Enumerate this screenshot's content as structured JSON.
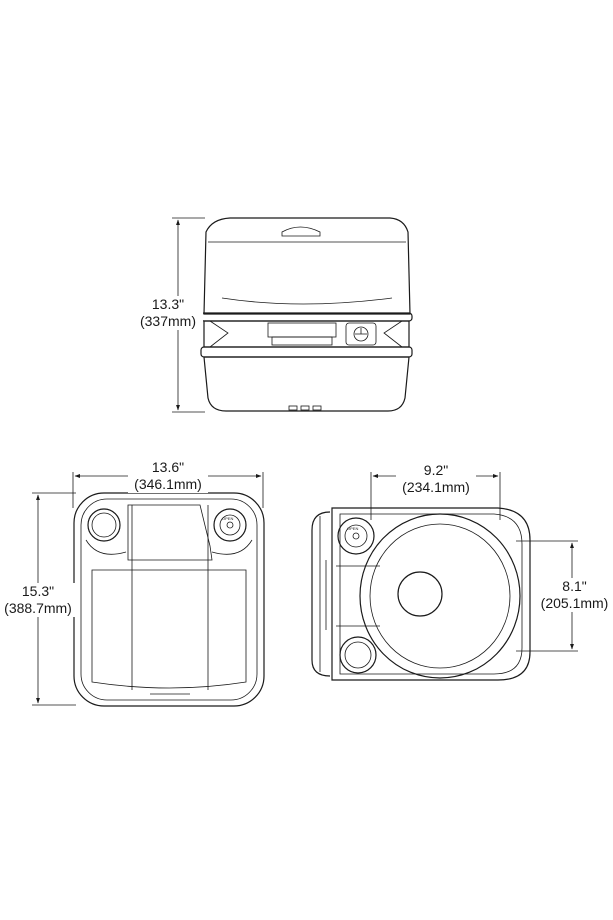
{
  "dimensions": {
    "height": {
      "inches": "13.3\"",
      "mm": "(337mm)"
    },
    "width": {
      "inches": "13.6\"",
      "mm": "(346.1mm)"
    },
    "depth": {
      "inches": "15.3\"",
      "mm": "(388.7mm)"
    },
    "seat_width": {
      "inches": "9.2\"",
      "mm": "(234.1mm)"
    },
    "seat_depth": {
      "inches": "8.1\"",
      "mm": "(205.1mm)"
    }
  }
}
